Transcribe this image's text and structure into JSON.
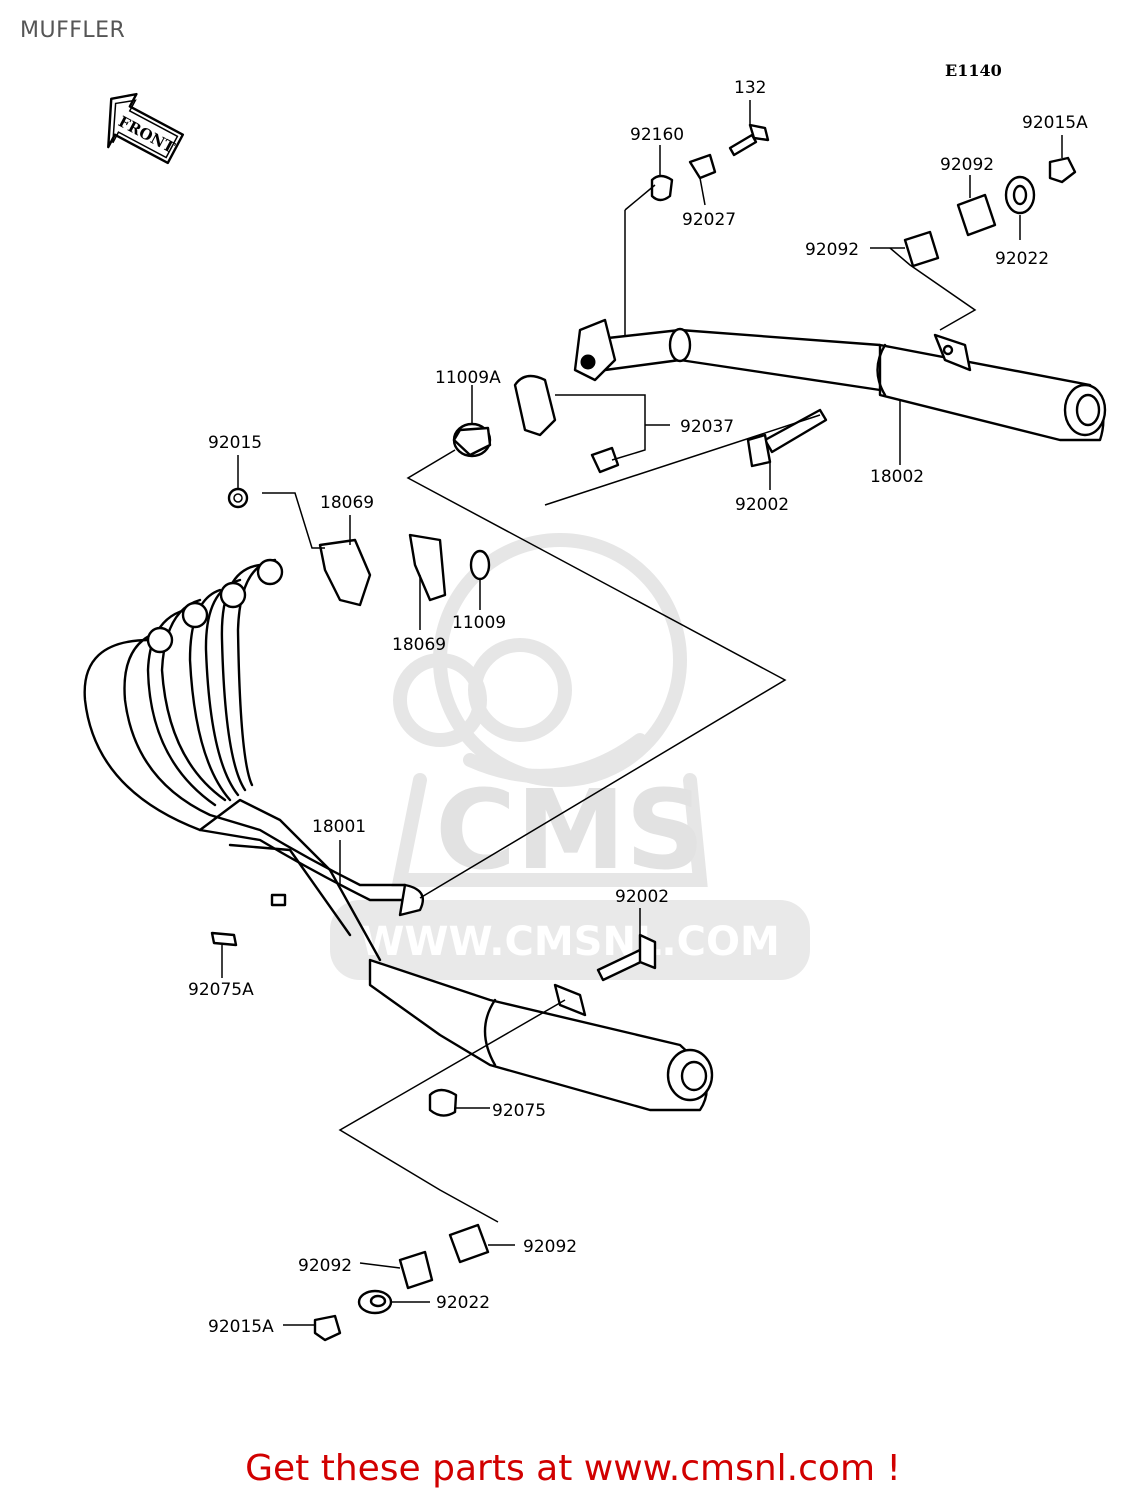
{
  "title": "MUFFLER",
  "ref_code": "E1140",
  "front_arrow_label": "FRONT",
  "watermark": {
    "brand": "CMS",
    "url": "WWW.CMSNL.COM"
  },
  "footer": "Get these parts at www.cmsnl.com !",
  "parts": {
    "p132": "132",
    "p92160": "92160",
    "p92027": "92027",
    "p92015A_top": "92015A",
    "p92092_top_a": "92092",
    "p92092_top_b": "92092",
    "p92022_top": "92022",
    "p11009A": "11009A",
    "p92037": "92037",
    "p92002_top": "92002",
    "p18002": "18002",
    "p92015": "92015",
    "p18069_a": "18069",
    "p18069_b": "18069",
    "p11009": "11009",
    "p18001": "18001",
    "p92002_bottom": "92002",
    "p92075A": "92075A",
    "p92075": "92075",
    "p92092_bot_a": "92092",
    "p92092_bot_b": "92092",
    "p92022_bot": "92022",
    "p92015A_bot": "92015A"
  }
}
